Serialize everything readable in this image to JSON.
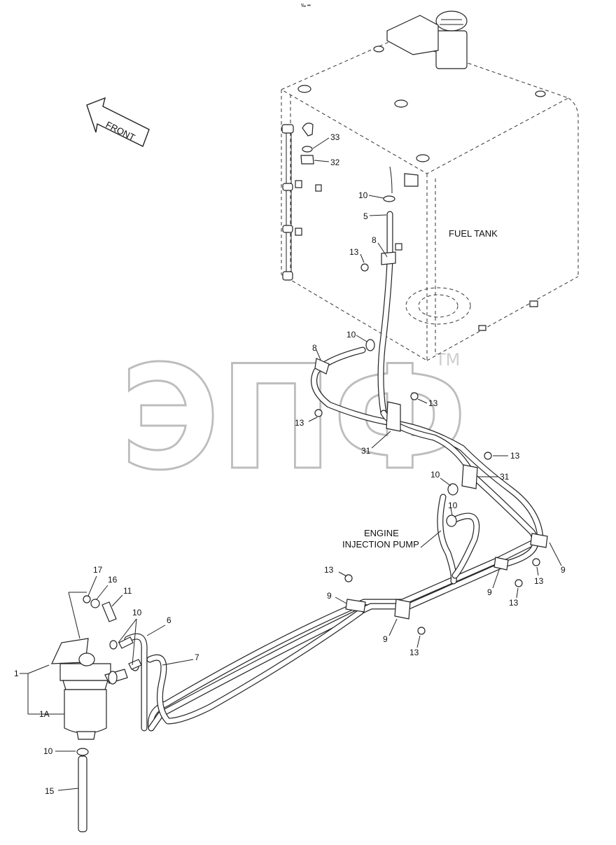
{
  "header_mark": "‰ ••",
  "front_arrow": {
    "label": "FRONT"
  },
  "fuel_tank_label": "FUEL TANK",
  "pump_label": {
    "line1": "ENGINE",
    "line2": "INJECTION PUMP"
  },
  "watermark": {
    "text": "ЭПФ",
    "tm": "TM"
  },
  "callouts": {
    "c33": "33",
    "c32": "32",
    "c10_tank": "10",
    "c5": "5",
    "c8_top": "8",
    "c13_top": "13",
    "c10_mid": "10",
    "c8_mid": "8",
    "c13_mid_left": "13",
    "c13_mid_right": "13",
    "c31_left": "31",
    "c13_right": "13",
    "c31_right": "31",
    "c10_pump_a": "10",
    "c10_pump_b": "10",
    "c9_right": "9",
    "c13_clamp_r1": "13",
    "c9_mid": "9",
    "c13_clamp_r2": "13",
    "c13_low_left": "13",
    "c9_low_left": "9",
    "c9_low": "9",
    "c13_low": "13",
    "c17": "17",
    "c16": "16",
    "c11": "11",
    "c10_filter": "10",
    "c6": "6",
    "c7": "7",
    "c1": "1",
    "c1A": "1A",
    "c10_bottom": "10",
    "c15": "15"
  }
}
